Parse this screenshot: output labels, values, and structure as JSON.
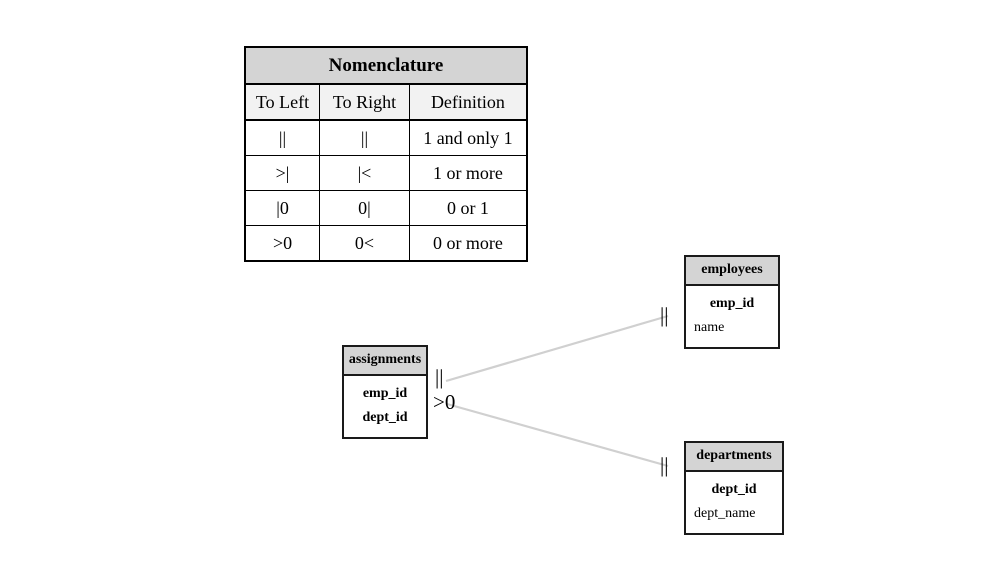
{
  "legend": {
    "title": "Nomenclature",
    "columns": [
      "To Left",
      "To Right",
      "Definition"
    ],
    "rows": [
      {
        "to_left": "||",
        "to_right": "||",
        "definition": "1 and only 1"
      },
      {
        "to_left": ">|",
        "to_right": "|<",
        "definition": "1 or more"
      },
      {
        "to_left": "|0",
        "to_right": "0|",
        "definition": "0 or 1"
      },
      {
        "to_left": ">0",
        "to_right": "0<",
        "definition": "0 or more"
      }
    ]
  },
  "diagram": {
    "entities": {
      "employees": {
        "name": "employees",
        "attributes": [
          {
            "name": "emp_id",
            "key": true
          },
          {
            "name": "name",
            "key": false
          }
        ]
      },
      "assignments": {
        "name": "assignments",
        "attributes": [
          {
            "name": "emp_id",
            "key": true
          },
          {
            "name": "dept_id",
            "key": true
          }
        ]
      },
      "departments": {
        "name": "departments",
        "attributes": [
          {
            "name": "dept_id",
            "key": true
          },
          {
            "name": "dept_name",
            "key": false
          }
        ]
      }
    },
    "relationships": [
      {
        "from": "assignments",
        "to": "employees",
        "from_cardinality": "||",
        "to_cardinality": "||"
      },
      {
        "from": "assignments",
        "to": "departments",
        "from_cardinality": ">0",
        "to_cardinality": "||"
      }
    ]
  },
  "colors": {
    "header_fill": "#d4d4d4",
    "border": "#1a1a1a",
    "connector_line": "#d0d0d0",
    "background": "#ffffff"
  }
}
